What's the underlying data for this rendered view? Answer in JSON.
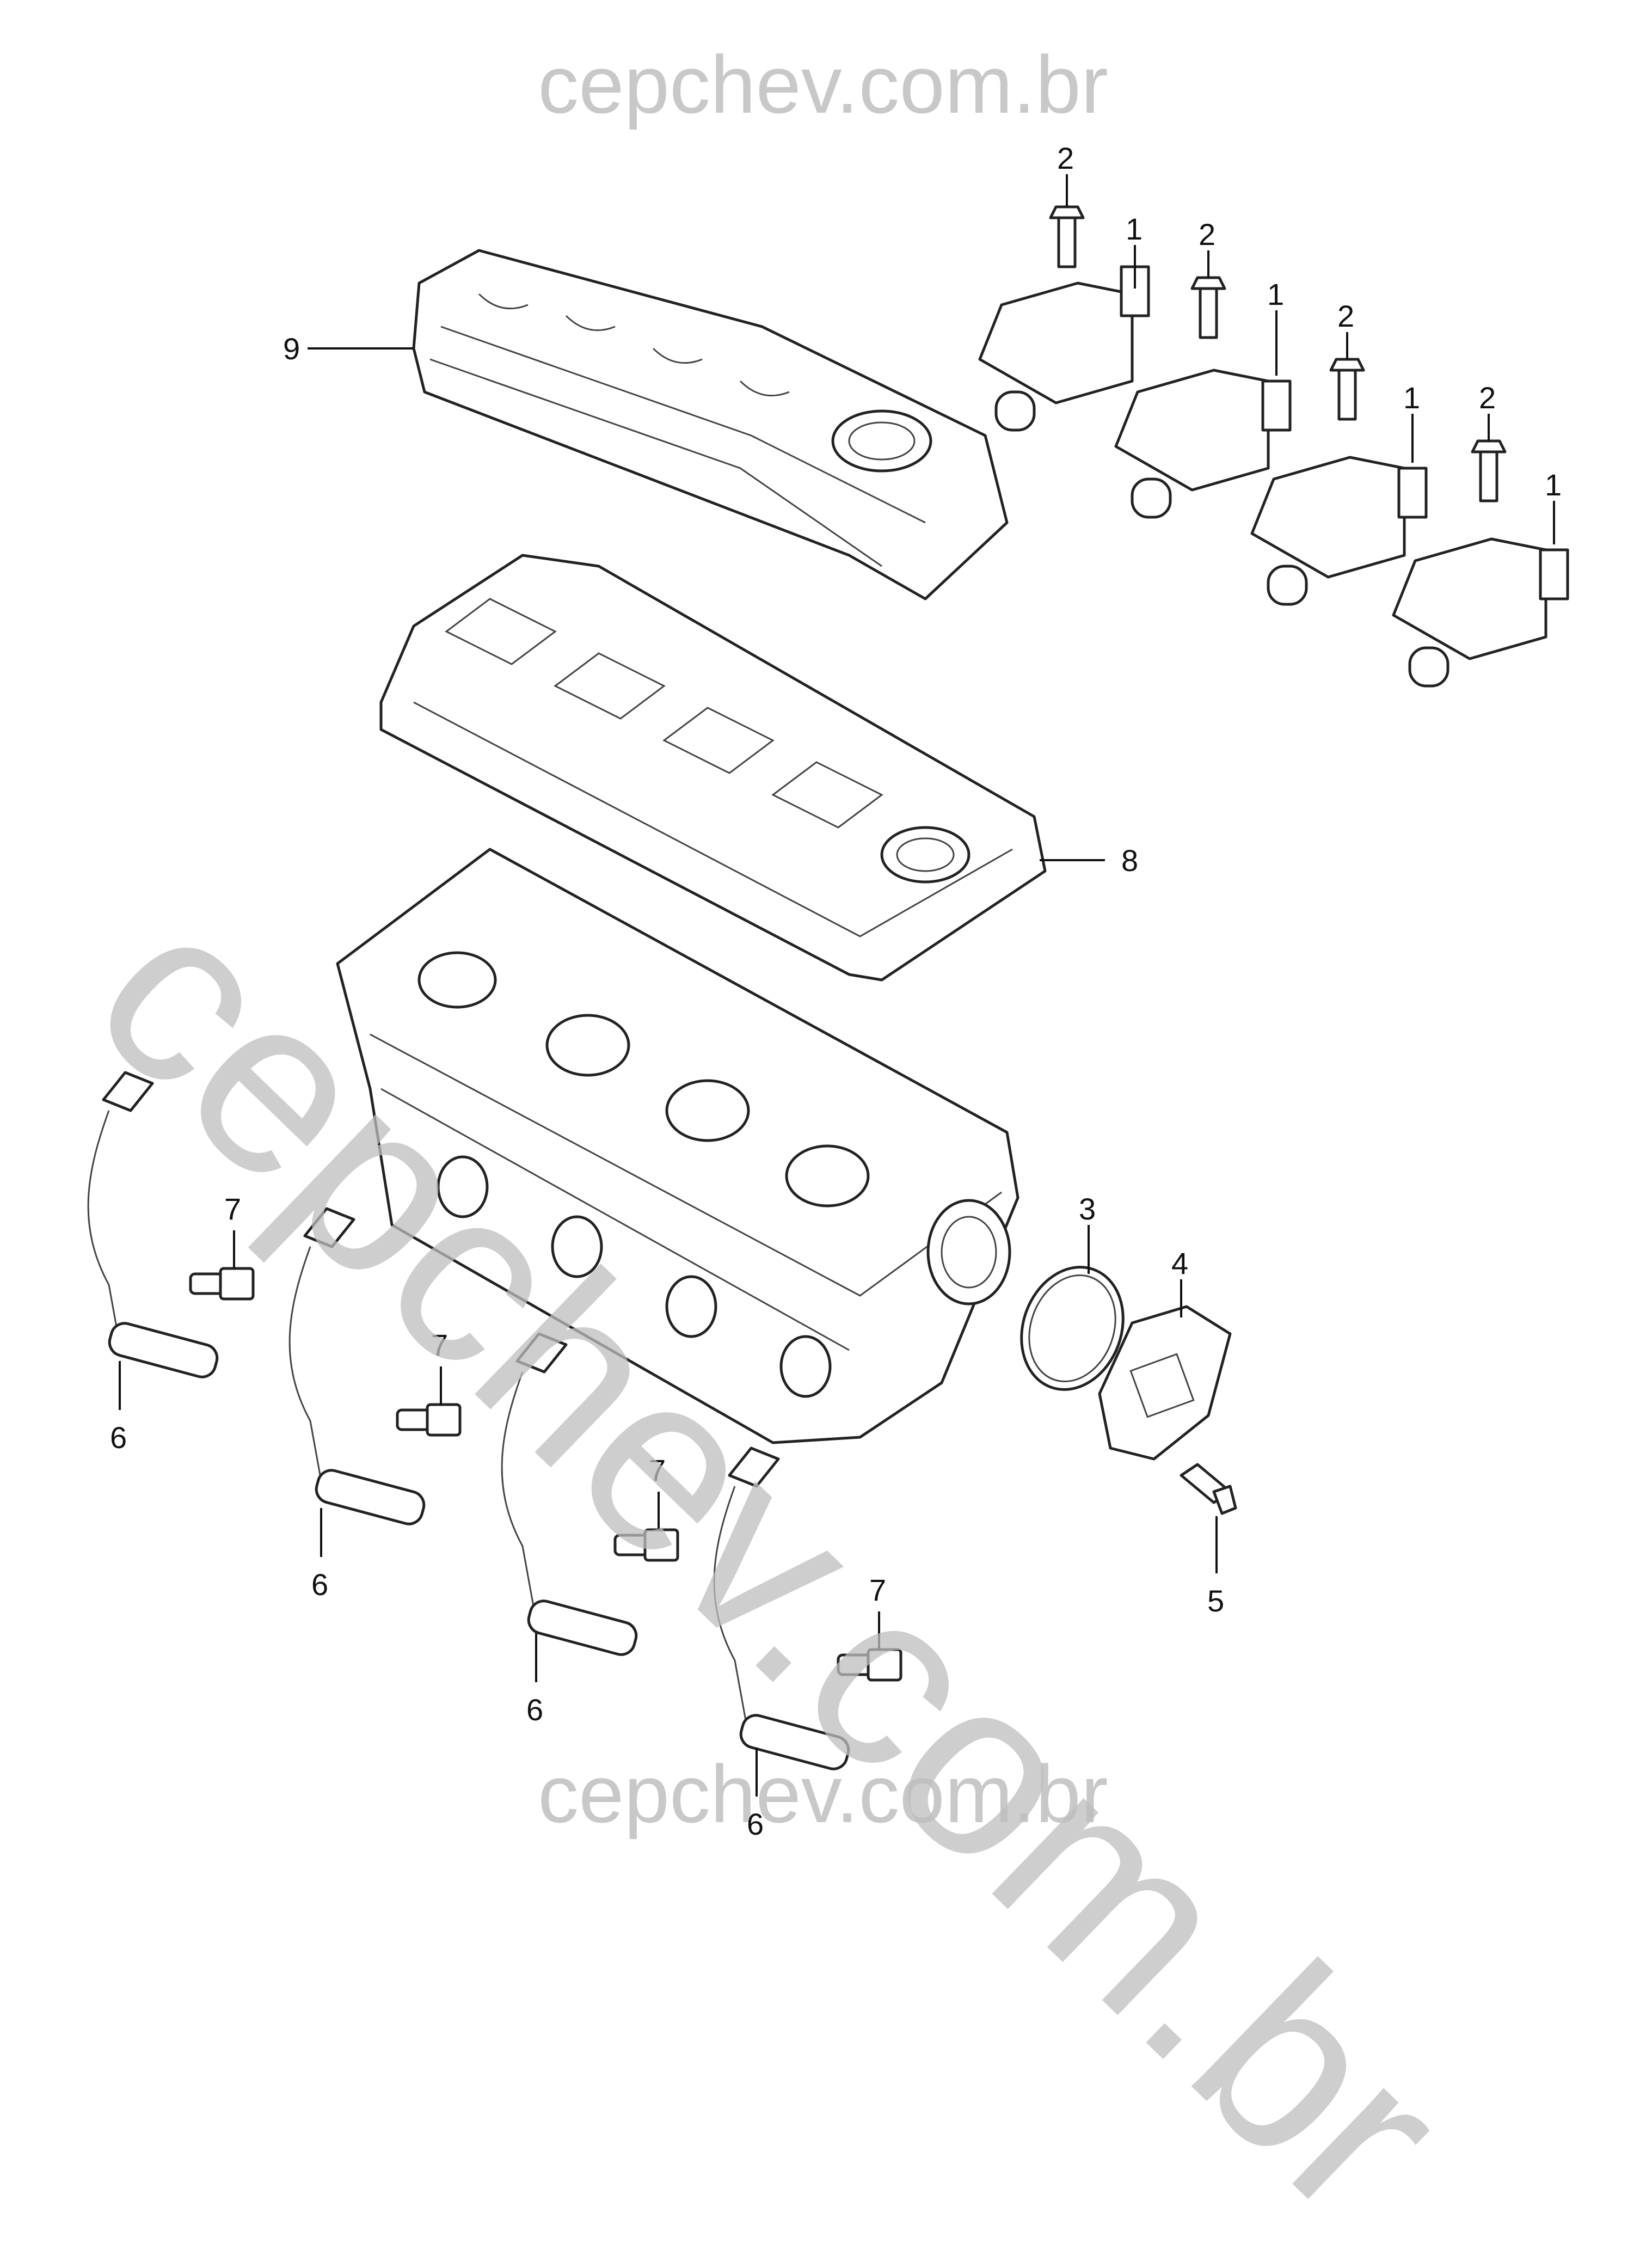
{
  "watermark": {
    "top": "cepchev.com.br",
    "bottom": "cepchev.com.br",
    "diagonal": "cepchev.com.br"
  },
  "callouts": {
    "coil": "1",
    "coil_bolt": "2",
    "o_ring": "3",
    "cover_plate": "4",
    "cover_bolt": "5",
    "spark_plug_wire": "6",
    "spark_plug": "7",
    "valve_cover": "8",
    "engine_cover": "9"
  }
}
